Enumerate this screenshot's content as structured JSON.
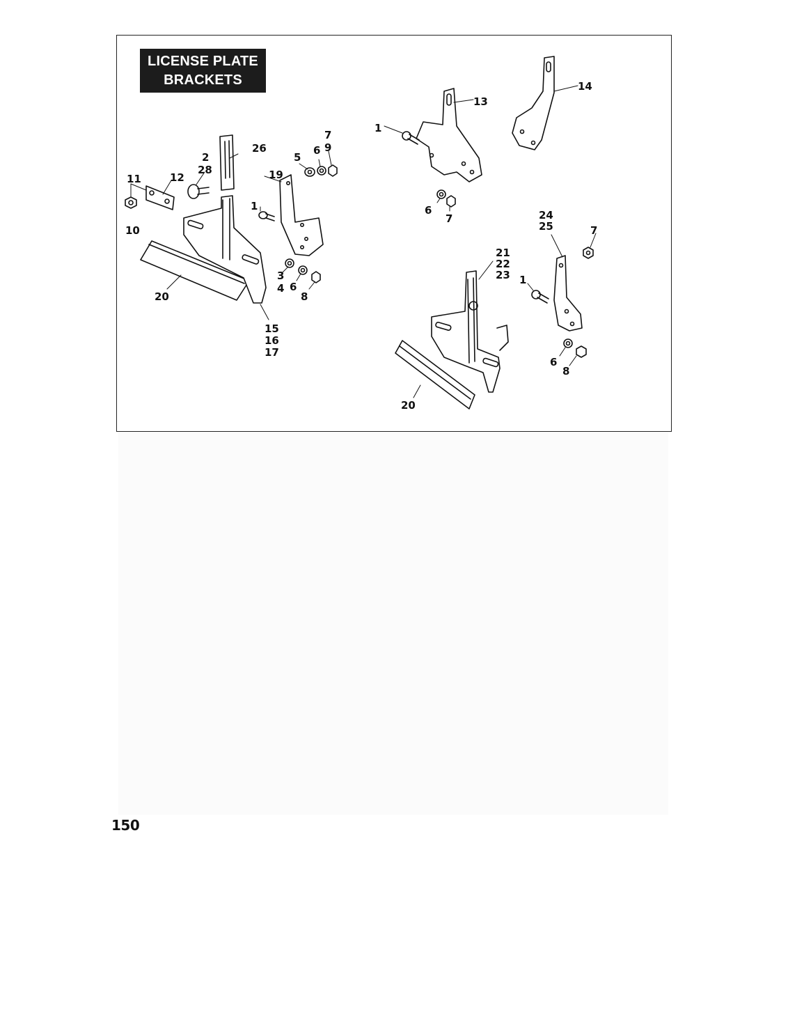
{
  "figure": {
    "title_lines": [
      "LICENSE PLATE",
      "BRACKETS"
    ],
    "callouts": [
      "1",
      "2",
      "3",
      "4",
      "5",
      "6",
      "7",
      "8",
      "9",
      "10",
      "11",
      "12",
      "13",
      "14",
      "15",
      "16",
      "17",
      "19",
      "20",
      "21",
      "22",
      "23",
      "24",
      "25",
      "26",
      "28"
    ]
  },
  "page": {
    "number": "150"
  },
  "colors": {
    "ink": "#111111",
    "title_bg": "#1c1c1c",
    "title_fg": "#ffffff"
  }
}
